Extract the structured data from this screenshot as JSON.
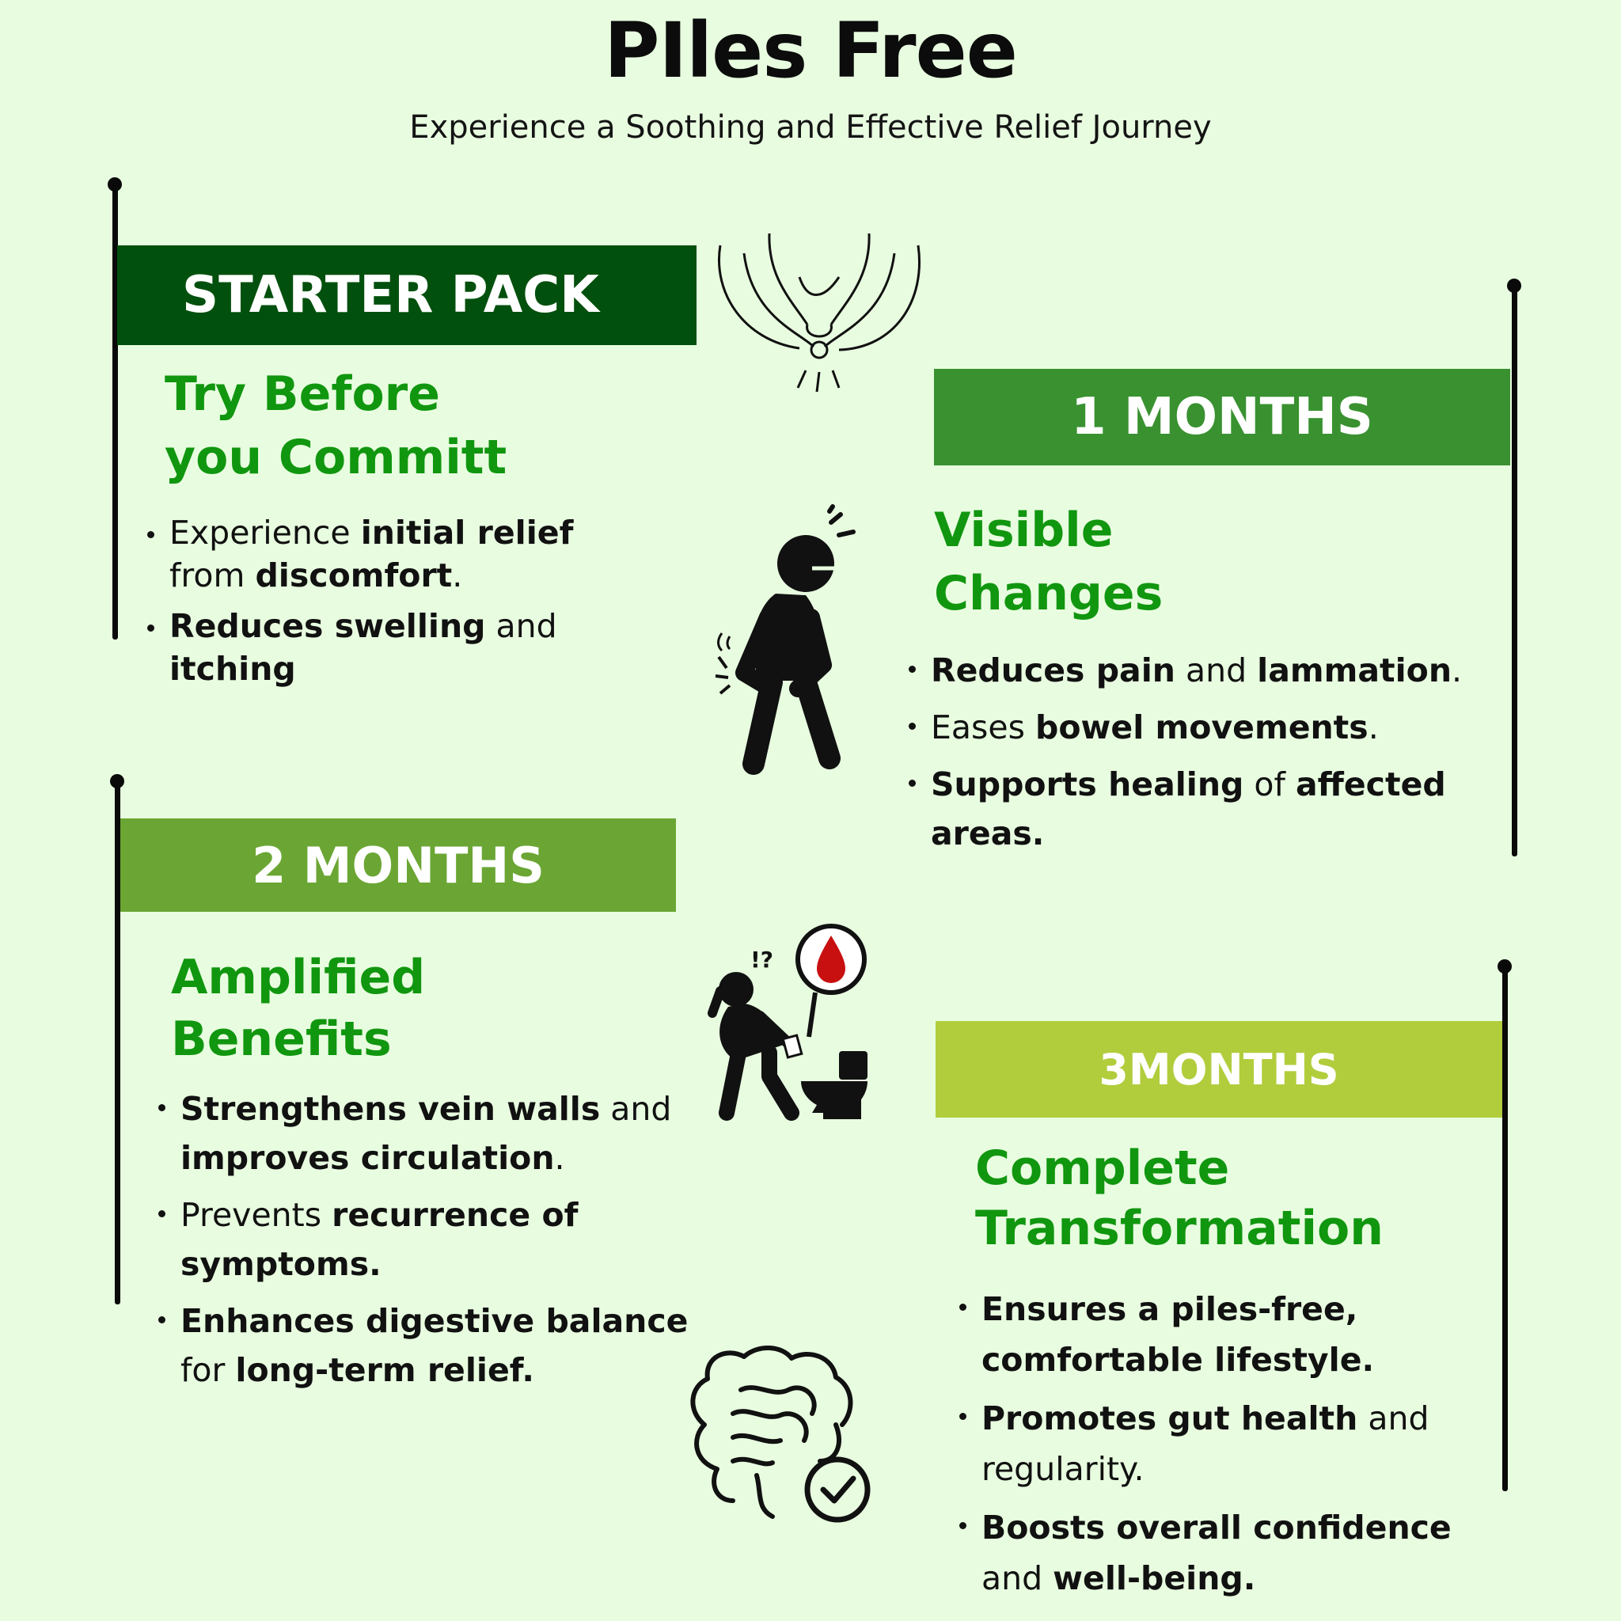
{
  "header": {
    "title": "PIles Free",
    "subtitle": "Experience a Soothing and Effective Relief Journey"
  },
  "colors": {
    "background": "#e8fde0",
    "starter_banner": "#02500d",
    "month1_banner": "#399130",
    "month2_banner": "#6ba634",
    "month3_banner": "#b1cd3c",
    "heading_green": "#11960f",
    "blood_red": "#c81010"
  },
  "stages": [
    {
      "label": "STARTER PACK",
      "heading_line1": "Try Before",
      "heading_line2": "you Committ",
      "icon": "anatomy-outline-icon",
      "bullets": [
        [
          {
            "t": "Experience ",
            "b": false
          },
          {
            "t": "initial relief",
            "b": true
          },
          {
            "t": " from ",
            "b": false
          },
          {
            "t": "discomfort",
            "b": true
          },
          {
            "t": ".",
            "b": false
          }
        ],
        [
          {
            "t": "Reduces swelling",
            "b": true
          },
          {
            "t": " and ",
            "b": false
          },
          {
            "t": "itching",
            "b": true
          }
        ]
      ]
    },
    {
      "label": "1 MONTHS",
      "heading_line1": "Visible",
      "heading_line2": "Changes",
      "icon": "person-in-pain-icon",
      "bullets": [
        [
          {
            "t": "Reduces pain",
            "b": true
          },
          {
            "t": " and ",
            "b": false
          },
          {
            "t": "lammation",
            "b": true
          },
          {
            "t": ".",
            "b": false
          }
        ],
        [
          {
            "t": "Eases ",
            "b": false
          },
          {
            "t": "bowel movements",
            "b": true
          },
          {
            "t": ".",
            "b": false
          }
        ],
        [
          {
            "t": "Supports healing",
            "b": true
          },
          {
            "t": " of ",
            "b": false
          },
          {
            "t": "affected areas.",
            "b": true
          }
        ]
      ]
    },
    {
      "label": "2 MONTHS",
      "heading_line1": "Amplified",
      "heading_line2": "Benefits",
      "icon": "toilet-blood-icon",
      "bullets": [
        [
          {
            "t": "Strengthens vein walls",
            "b": true
          },
          {
            "t": " and ",
            "b": false
          },
          {
            "t": "improves circulation",
            "b": true
          },
          {
            "t": ".",
            "b": false
          }
        ],
        [
          {
            "t": "Prevents ",
            "b": false
          },
          {
            "t": "recurrence of symptoms.",
            "b": true
          }
        ],
        [
          {
            "t": "Enhances digestive balance",
            "b": true
          },
          {
            "t": " for ",
            "b": false
          },
          {
            "t": "long-term relief.",
            "b": true
          }
        ]
      ]
    },
    {
      "label": "3MONTHS",
      "heading_line1": "Complete",
      "heading_line2": "Transformation",
      "icon": "healthy-intestine-check-icon",
      "bullets": [
        [
          {
            "t": "Ensures a piles-free, comfortable lifestyle.",
            "b": true
          }
        ],
        [
          {
            "t": "Promotes gut health",
            "b": true
          },
          {
            "t": " and regularity.",
            "b": false
          }
        ],
        [
          {
            "t": "Boosts overall confidence",
            "b": true
          },
          {
            "t": " and ",
            "b": false
          },
          {
            "t": "well-being.",
            "b": true
          }
        ]
      ]
    }
  ]
}
